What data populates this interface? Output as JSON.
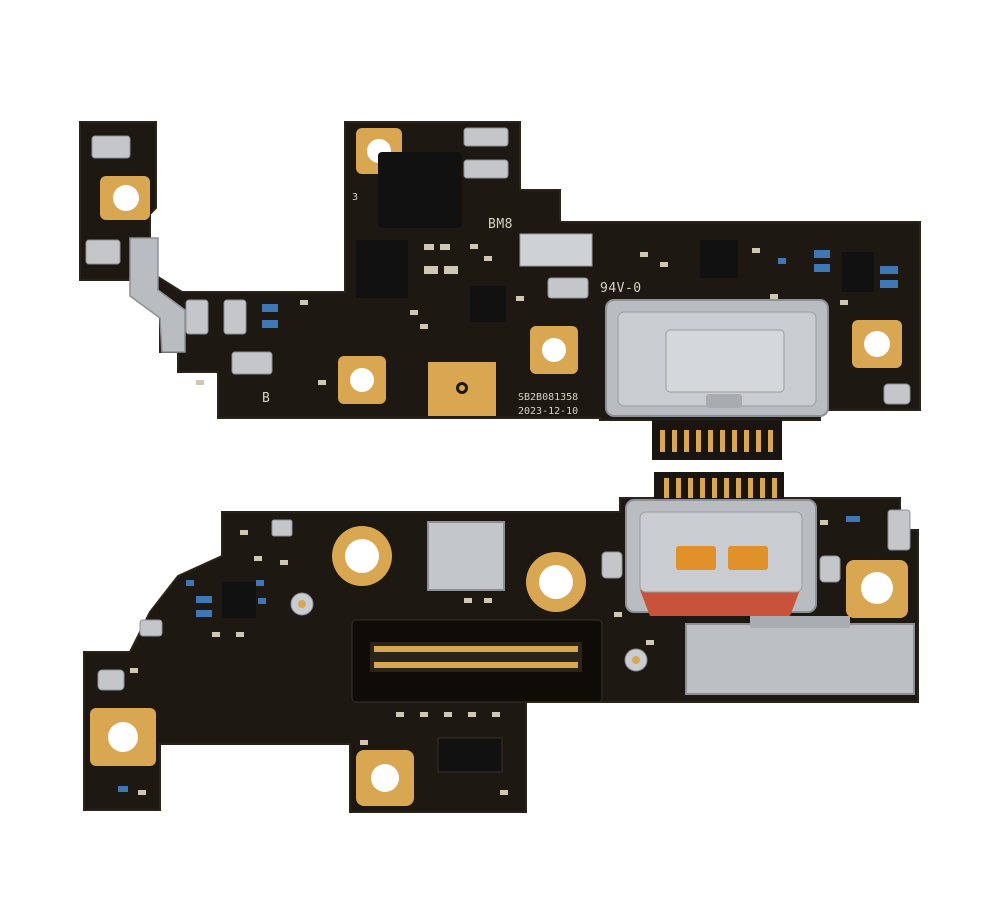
{
  "photo": {
    "type": "product-photo",
    "subject": "USB-C charging port flex boards (front and back)",
    "background": "#ffffff"
  },
  "colors": {
    "pcb": "#1d1812",
    "pcb_edge": "#2a231a",
    "gold": "#d9a652",
    "gold_dark": "#b78635",
    "steel": "#b9bcc0",
    "steel_dark": "#8d9095",
    "chip": "#111111",
    "blue_part": "#3f78b5",
    "silkscreen": "#d8d2c0",
    "orange_pad": "#e0912a",
    "red_gasket": "#c9523a"
  },
  "top_board": {
    "labels": {
      "model": "BM8",
      "rating": "94V-0",
      "serial": "SB2B081358",
      "date": "2023-12-10",
      "mark_three": "3",
      "mark_logo": "B"
    }
  },
  "bottom_board": {
    "labels": {}
  }
}
